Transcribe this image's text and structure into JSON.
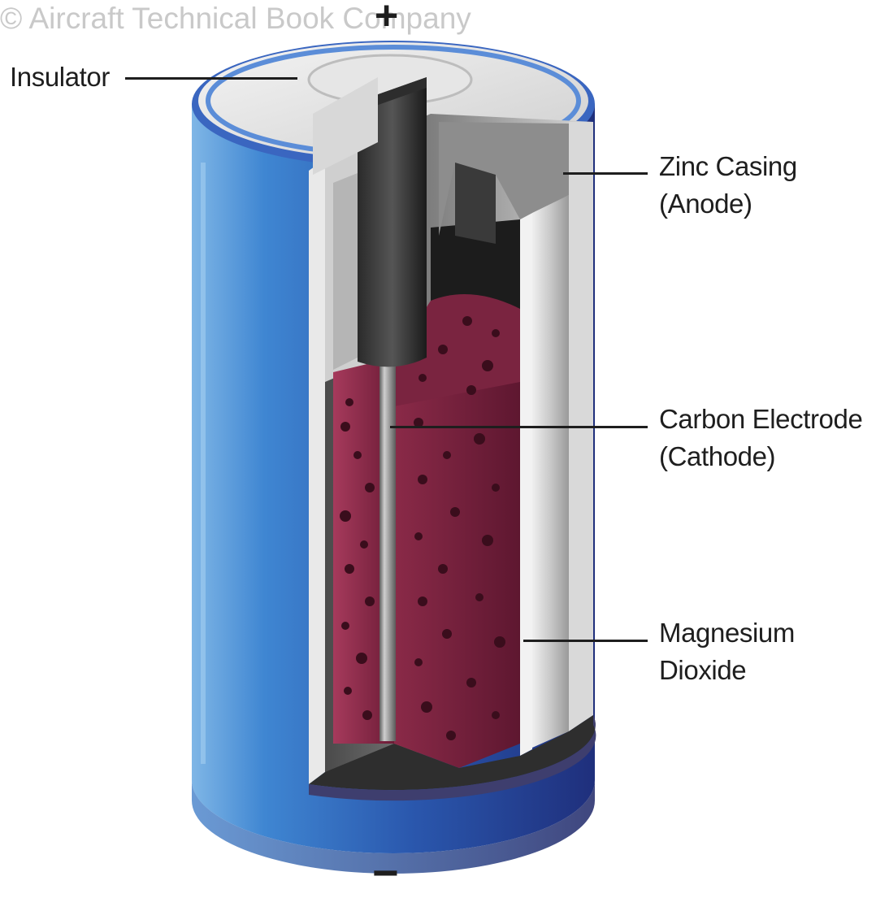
{
  "watermark": "© Aircraft Technical Book Company",
  "terminals": {
    "positive": "+",
    "negative": "−"
  },
  "labels": {
    "insulator": "Insulator",
    "zinc_casing_line1": "Zinc Casing",
    "zinc_casing_line2": "(Anode)",
    "carbon_electrode_line1": "Carbon Electrode",
    "carbon_electrode_line2": "(Cathode)",
    "magnesium_line1": "Magnesium",
    "magnesium_line2": "Dioxide"
  },
  "colors": {
    "casing_blue": "#2f5fb3",
    "casing_dark": "#22307a",
    "zinc_grey": "#9c9c9c",
    "paste_maroon": "#7a2440",
    "pore_dark": "#3a0d1c",
    "label_ink": "#1e1e1e"
  }
}
